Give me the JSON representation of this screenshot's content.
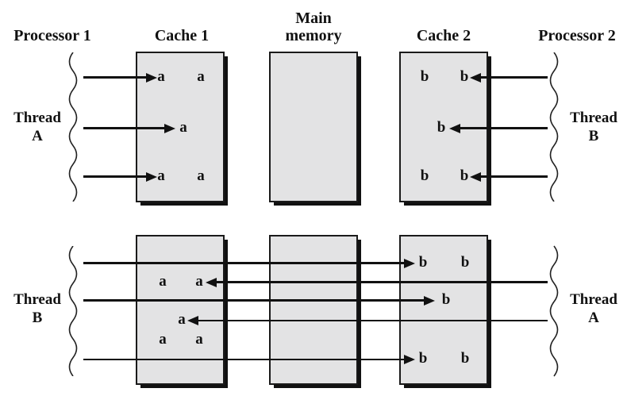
{
  "colors": {
    "box_fill": "#e3e3e4",
    "ink": "#111111",
    "background": "#ffffff"
  },
  "headers": {
    "processor1": "Processor 1",
    "cache1": "Cache 1",
    "main_memory_line1": "Main",
    "main_memory_line2": "memory",
    "cache2": "Cache 2",
    "processor2": "Processor 2"
  },
  "scenario1": {
    "left_thread": {
      "line1": "Thread",
      "line2": "A"
    },
    "right_thread": {
      "line1": "Thread",
      "line2": "B"
    },
    "cache1_cells": {
      "r1c1": "a",
      "r1c2": "a",
      "r2": "a",
      "r3c1": "a",
      "r3c2": "a"
    },
    "cache2_cells": {
      "r1c1": "b",
      "r1c2": "b",
      "r2": "b",
      "r3c1": "b",
      "r3c2": "b"
    }
  },
  "scenario2": {
    "left_thread": {
      "line1": "Thread",
      "line2": "B"
    },
    "right_thread": {
      "line1": "Thread",
      "line2": "A"
    },
    "cache1_cells": {
      "r1c1": "a",
      "r1c2": "a",
      "r2": "a",
      "r3c1": "a",
      "r3c2": "a"
    },
    "cache2_cells": {
      "r1c1": "b",
      "r1c2": "b",
      "r2": "b",
      "r3c1": "b",
      "r3c2": "b"
    }
  }
}
